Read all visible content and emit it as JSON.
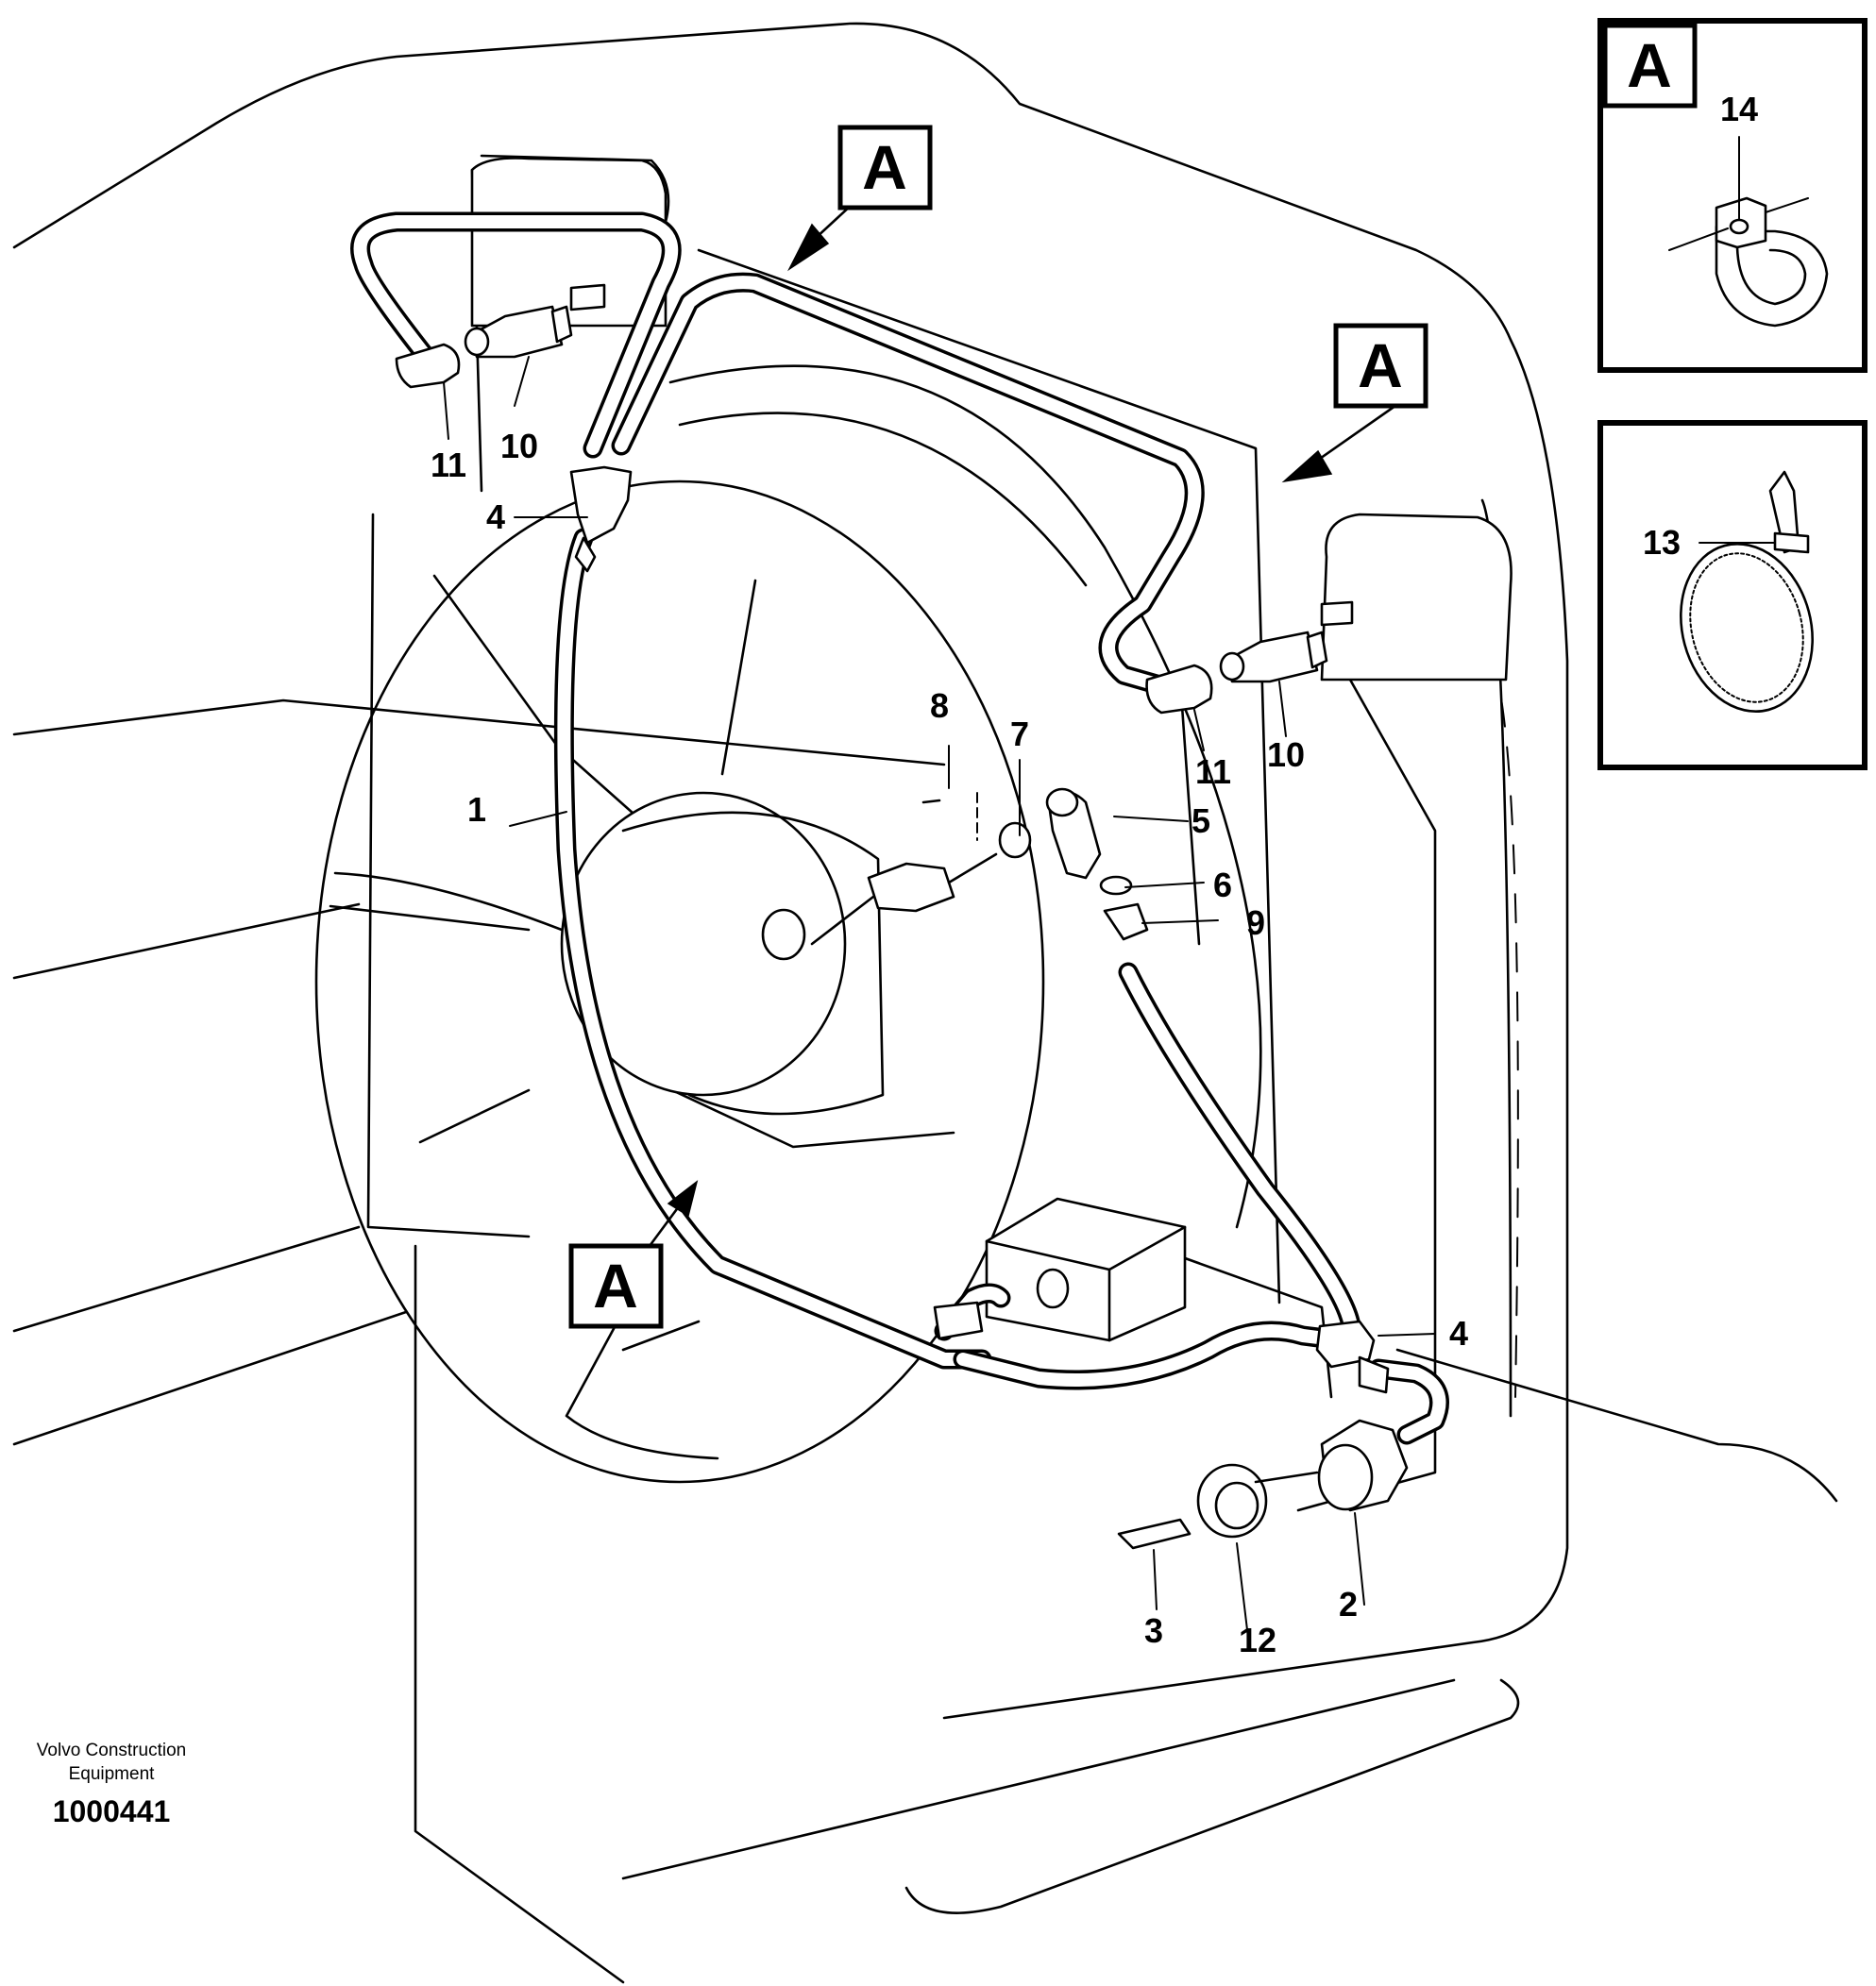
{
  "callouts": {
    "c1": "1",
    "c2": "2",
    "c3": "3",
    "c4a": "4",
    "c4b": "4",
    "c5": "5",
    "c6": "6",
    "c7": "7",
    "c8": "8",
    "c9": "9",
    "c10a": "10",
    "c10b": "10",
    "c11a": "11",
    "c11b": "11",
    "c12": "12",
    "c13": "13",
    "c14": "14"
  },
  "view_refs": {
    "ref_top": "A",
    "ref_right": "A",
    "ref_bottom": "A"
  },
  "detail_a": {
    "title": "A",
    "item": "14"
  },
  "detail_tie": {
    "item": "13"
  },
  "publisher": {
    "line1": "Volvo Construction",
    "line2": "Equipment"
  },
  "illustration_number": "1000441"
}
